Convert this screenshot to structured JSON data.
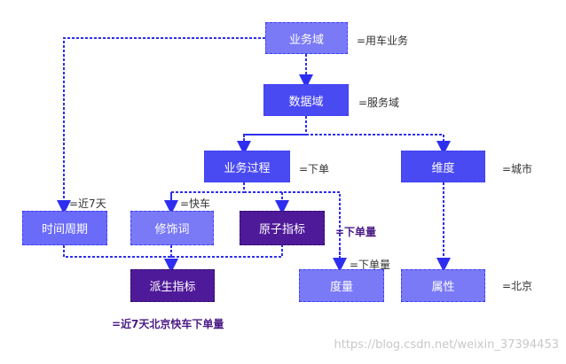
{
  "nodes": {
    "business_domain": "业务域",
    "data_domain": "数据域",
    "business_process": "业务过程",
    "dimension": "维度",
    "time_period": "时间周期",
    "modifier": "修饰词",
    "atomic_metric": "原子指标",
    "derived_metric": "派生指标",
    "measure": "度量",
    "attribute": "属性"
  },
  "annotations": {
    "business_domain": "=用车业务",
    "data_domain": "=服务域",
    "business_process": "=下单",
    "dimension": "=城市",
    "time_period": "=近7天",
    "modifier": "=快车",
    "atomic_metric": "=下单量",
    "measure": "=下单量",
    "attribute": "=北京",
    "derived_metric": "=近7天北京快车下单量"
  },
  "watermark": "https://blog.csdn.net/weixin_37394453",
  "colors": {
    "connector": "#2e2ef0",
    "node_light": "#7a7af6",
    "node_mid": "#4a4af3",
    "node_dark": "#4f1a9a"
  }
}
